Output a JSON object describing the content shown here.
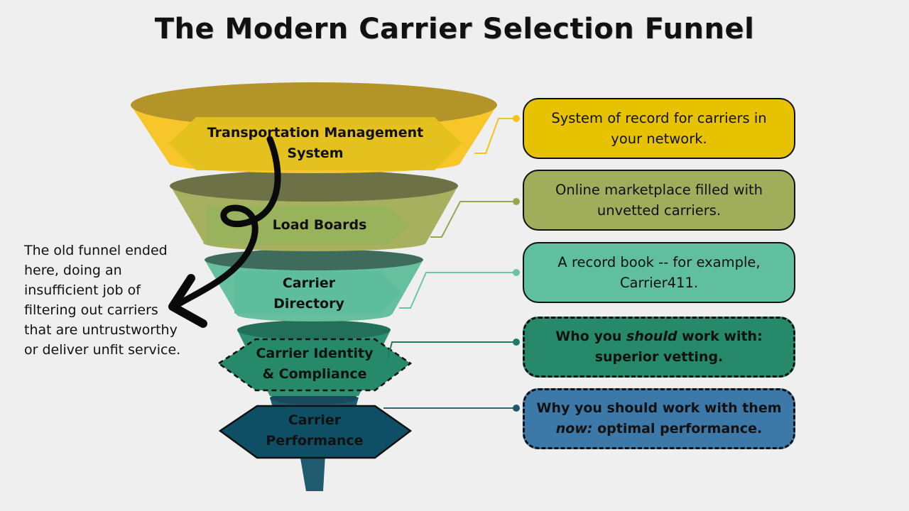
{
  "title": "The Modern Carrier Selection Funnel",
  "colors": {
    "background": "#efefef",
    "tms": "#e6c200",
    "load_boards": "#a0ad5a",
    "directory": "#5fbf9f",
    "identity": "#268a6a",
    "performance": "#0e4f66",
    "performance_box": "#3d79a8"
  },
  "stages": [
    {
      "id": "tms",
      "label_lines": [
        "Transportation Management",
        "System"
      ],
      "description_lines": [
        "System of record for carriers in",
        "your network."
      ]
    },
    {
      "id": "load_boards",
      "label_lines": [
        "Load Boards"
      ],
      "description_lines": [
        "Online marketplace filled with",
        "unvetted carriers."
      ]
    },
    {
      "id": "directory",
      "label_lines": [
        "Carrier",
        "Directory"
      ],
      "description_lines": [
        "A record book -- for example,",
        "Carrier411."
      ]
    },
    {
      "id": "identity",
      "label_lines": [
        "Carrier Identity",
        "& Compliance"
      ],
      "description_lines": [
        "Who you should work with:",
        "superior vetting."
      ],
      "emphasis": "should"
    },
    {
      "id": "performance",
      "label_lines": [
        "Carrier",
        "Performance"
      ],
      "description_lines": [
        "Why you should work with them",
        "now: optimal performance."
      ],
      "emphasis": "now:"
    }
  ],
  "side_note": "The old funnel ended here, doing an insufficient job of filtering out carriers that are untrustworthy or deliver unfit service.",
  "icons": {
    "arrow": "curved-loop-arrow-icon"
  }
}
